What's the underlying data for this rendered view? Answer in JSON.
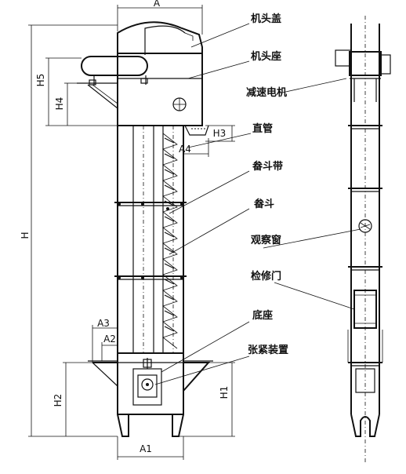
{
  "labels": {
    "head_cover": "机头盖",
    "head_base": "机头座",
    "reducer_motor": "减速电机",
    "straight_pipe": "直管",
    "bucket_belt": "畚斗带",
    "bucket": "畚斗",
    "observation_window": "观察窗",
    "access_door": "检修门",
    "base": "底座",
    "tensioner": "张紧装置"
  },
  "dimensions": {
    "A": "A",
    "A1": "A1",
    "A2": "A2",
    "A3": "A3",
    "A4": "A4",
    "H": "H",
    "H1": "H1",
    "H2": "H2",
    "H3": "H3",
    "H4": "H4",
    "H5": "H5"
  }
}
